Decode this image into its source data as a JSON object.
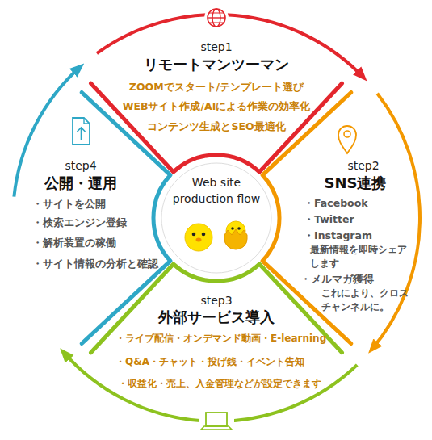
{
  "diagram": {
    "nodes": [
      {
        "text": [
          "step1",
          "リモートマンツーマン",
          "ZOOMでスタート/テンプレート選び",
          "WEBサイト作成/AIによる作業の効率化",
          "コンテンツ生成とSEO最適化"
        ]
      },
      {
        "text": [
          "step2",
          "SNS連携",
          "・Facebook",
          "・Twitter",
          "・Instagram",
          "最新情報を即時シェアします",
          "・メルマガ獲得",
          "これにより、クロスチャンネルに。"
        ]
      },
      {
        "text": [
          "step3",
          "外部サービス導入",
          "・ライブ配信・オンデマンド動画・E-learning",
          "・Q&A・チャット・投げ銭・イベント告知",
          "・収益化・売上、入金管理などが設定できます"
        ]
      },
      {
        "text": [
          "step4",
          "公開・運用",
          "・サイトを公開",
          "・検索エンジン登録",
          "・解析装置の稼働",
          "・サイト情報の分析と確認"
        ]
      },
      {
        "text": [
          "Web site production flow"
        ]
      }
    ],
    "edges": [
      {
        "from": 0,
        "to": 1,
        "arrow": "to"
      },
      {
        "from": 1,
        "to": 2,
        "arrow": "to"
      },
      {
        "from": 2,
        "to": 3,
        "arrow": "to"
      },
      {
        "from": 3,
        "to": 0,
        "arrow": "to"
      }
    ]
  }
}
